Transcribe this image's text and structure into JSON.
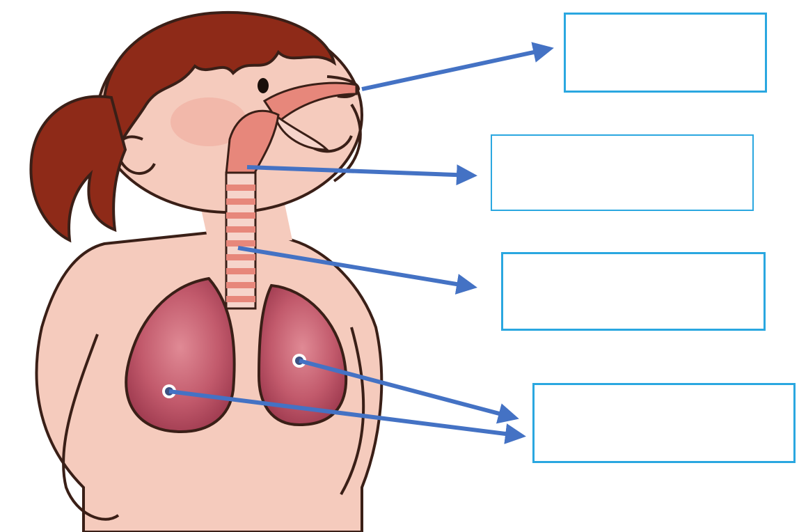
{
  "diagram": {
    "subject": "respiratory-system-labeling-worksheet",
    "colors": {
      "skin": "#f5cbbd",
      "skin_shadow": "#efb6a5",
      "hair": "#8e2a18",
      "outline": "#3a1f17",
      "airway": "#e7877b",
      "airway_light": "#f6d4cb",
      "lung": "#b8485c",
      "lung_light": "#d97a86",
      "arrow": "#4472c4",
      "box_border": "#2aa7e0"
    },
    "label_boxes": [
      {
        "id": "nose-label-box",
        "text": ""
      },
      {
        "id": "pharynx-label-box",
        "text": ""
      },
      {
        "id": "trachea-label-box",
        "text": ""
      },
      {
        "id": "lungs-label-box",
        "text": ""
      }
    ]
  }
}
